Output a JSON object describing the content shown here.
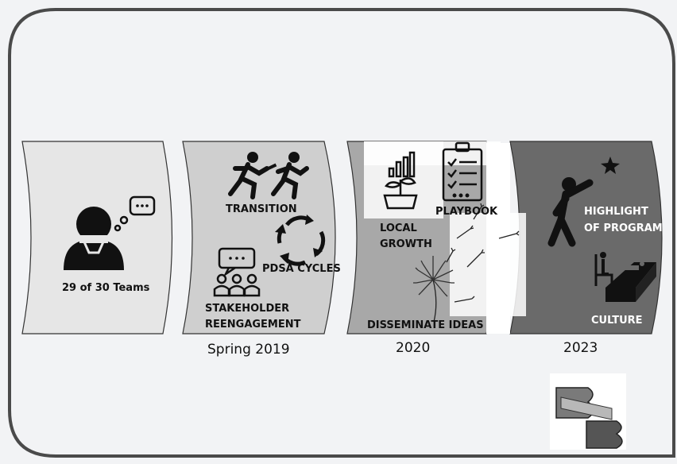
{
  "stages": [
    {
      "labels": [
        "29 of 30 Teams"
      ],
      "year": ""
    },
    {
      "labels": [
        "TRANSITION",
        "PDSA CYCLES",
        "STAKEHOLDER",
        "REENGAGEMENT"
      ],
      "year": "Spring 2019"
    },
    {
      "labels": [
        "PLAYBOOK",
        "LOCAL",
        "GROWTH",
        "DISSEMINATE IDEAS"
      ],
      "year": "2020"
    },
    {
      "labels": [
        "HIGHLIGHT",
        "OF PROGRAM",
        "CULTURE"
      ],
      "year": "2023"
    }
  ],
  "logo": {
    "text": "BB"
  },
  "colors": {
    "stage1": "#e6e6e6",
    "stage2": "#cfcfcf",
    "stage3": "#a8a8a8",
    "stage4": "#6a6a6a",
    "frame": "#4a4a4a"
  },
  "icons": [
    "thinking-person-icon",
    "speech-bubble-icon",
    "running-people-icon",
    "cycle-arrows-icon",
    "stakeholder-group-icon",
    "growth-plant-icon",
    "playbook-clipboard-icon",
    "dandelion-icon",
    "reaching-star-icon",
    "culture-icon",
    "logo-icon"
  ]
}
